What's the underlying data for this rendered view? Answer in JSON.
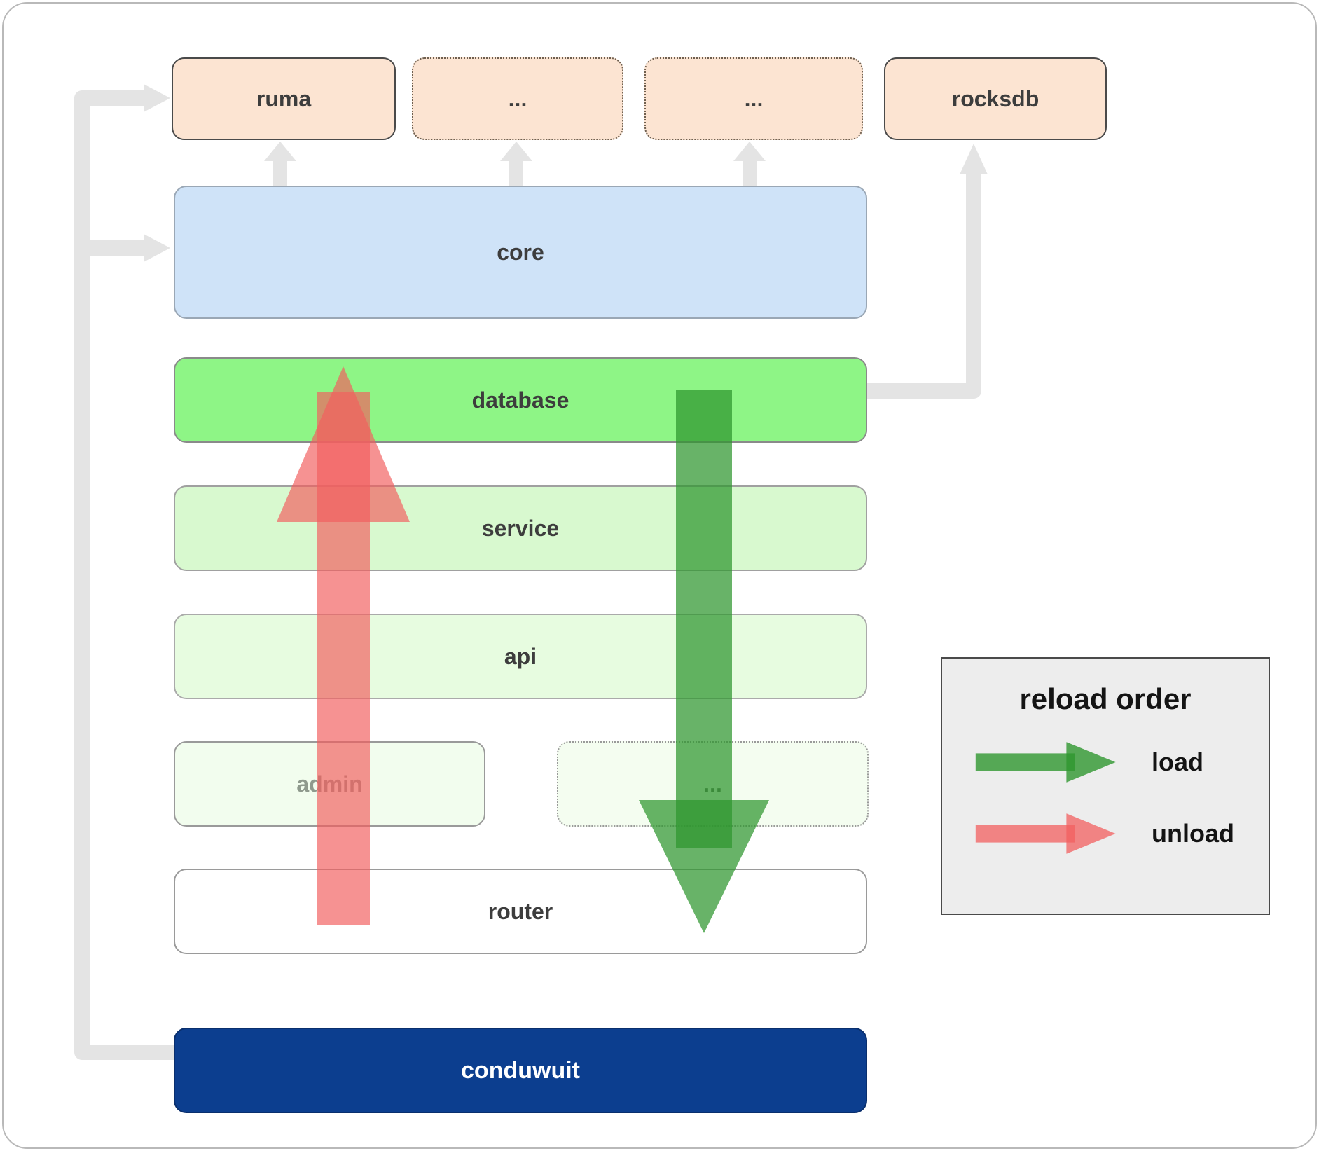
{
  "boxes": {
    "ruma": "ruma",
    "dots_top_1": "...",
    "dots_top_2": "...",
    "rocksdb": "rocksdb",
    "core": "core",
    "database": "database",
    "service": "service",
    "api": "api",
    "admin": "admin",
    "dots_mid": "...",
    "router": "router",
    "conduwuit": "conduwuit"
  },
  "legend": {
    "title": "reload order",
    "items": [
      {
        "label": "load"
      },
      {
        "label": "unload"
      }
    ]
  },
  "colors": {
    "load_arrow_green": "#2e962e",
    "unload_arrow_red": "#f25f5f",
    "connector_gray": "#e4e4e4",
    "dependency_peach": "#fce4d2",
    "core_blue": "#cfe3f8",
    "database_green": "#8ef586",
    "service_green": "#d8f9cf",
    "api_green": "#e7fce0",
    "admin_green": "#f2fdee",
    "conduwuit_navy": "#0c3e8f"
  }
}
